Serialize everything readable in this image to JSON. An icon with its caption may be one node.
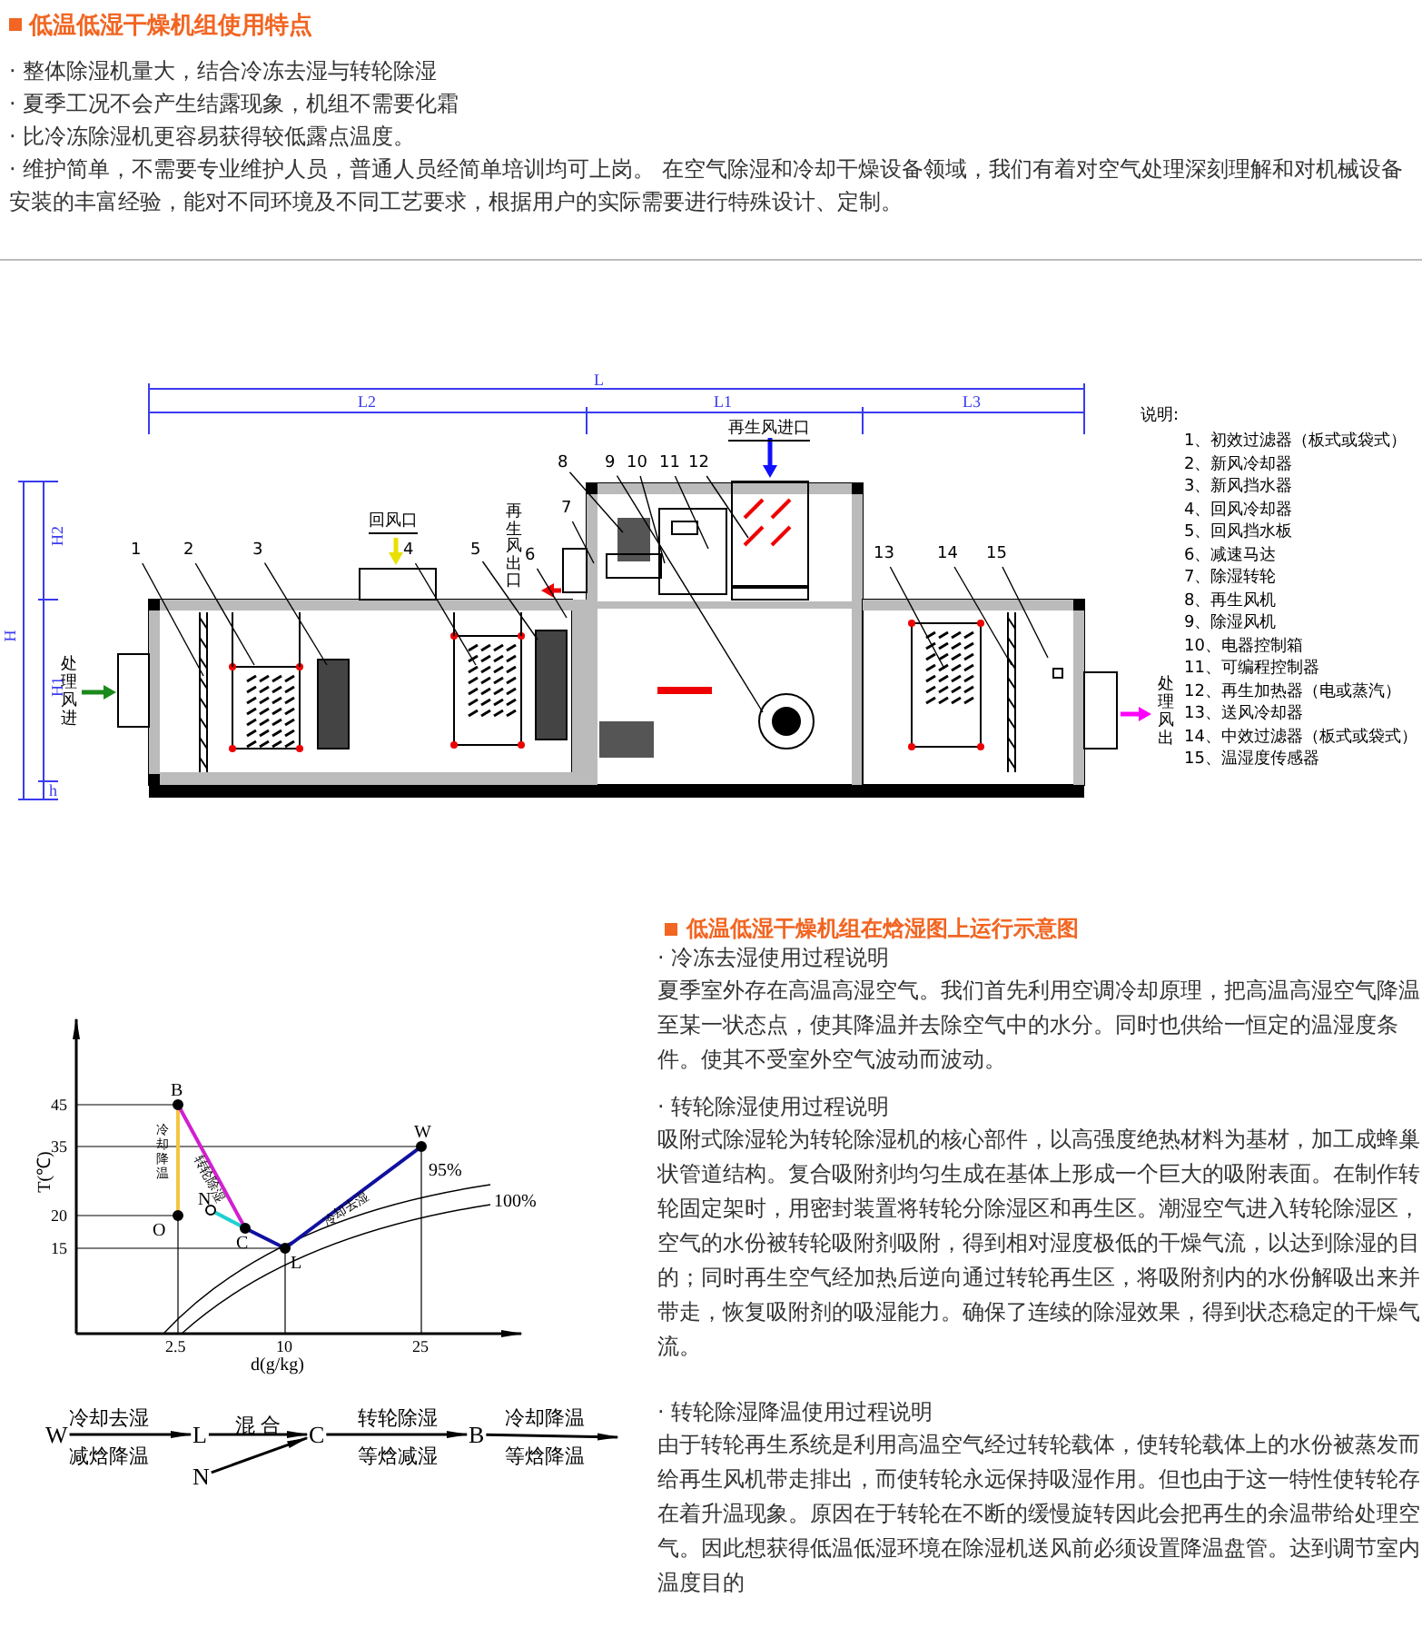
{
  "diagram": {
    "title": "低温低湿干燥机组使用特点",
    "nodes": [
      {
        "text": [
          "1"
        ]
      },
      {
        "text": [
          "2"
        ]
      },
      {
        "text": [
          "3"
        ]
      },
      {
        "text": [
          "4"
        ]
      },
      {
        "text": [
          "5"
        ]
      },
      {
        "text": [
          "6"
        ]
      },
      {
        "text": [
          "7"
        ]
      },
      {
        "text": [
          "8"
        ]
      },
      {
        "text": [
          "9"
        ]
      },
      {
        "text": [
          "10"
        ]
      },
      {
        "text": [
          "11"
        ]
      },
      {
        "text": [
          "12"
        ]
      },
      {
        "text": [
          "13"
        ]
      },
      {
        "text": [
          "14"
        ]
      },
      {
        "text": [
          "15"
        ]
      },
      {
        "text": [
          "W"
        ]
      },
      {
        "text": [
          "L"
        ]
      },
      {
        "text": [
          "C"
        ]
      },
      {
        "text": [
          "N"
        ]
      },
      {
        "text": [
          "B"
        ]
      }
    ],
    "edges": [
      {
        "from": 0,
        "to": null,
        "arrow": "none"
      },
      {
        "from": 1,
        "to": null,
        "arrow": "none"
      },
      {
        "from": 2,
        "to": null,
        "arrow": "none"
      },
      {
        "from": 3,
        "to": null,
        "arrow": "none"
      },
      {
        "from": 4,
        "to": null,
        "arrow": "none"
      },
      {
        "from": 5,
        "to": null,
        "arrow": "none"
      },
      {
        "from": 6,
        "to": null,
        "arrow": "none"
      },
      {
        "from": 7,
        "to": null,
        "arrow": "none"
      },
      {
        "from": 8,
        "to": null,
        "arrow": "none"
      },
      {
        "from": 9,
        "to": null,
        "arrow": "none"
      },
      {
        "from": 10,
        "to": null,
        "arrow": "none"
      },
      {
        "from": 11,
        "to": null,
        "arrow": "none"
      },
      {
        "from": 12,
        "to": null,
        "arrow": "none"
      },
      {
        "from": 13,
        "to": null,
        "arrow": "none"
      },
      {
        "from": 14,
        "to": null,
        "arrow": "none"
      },
      {
        "from": 15,
        "to": 16,
        "arrow": "to",
        "label": "冷却去湿减焓降温"
      },
      {
        "from": 16,
        "to": 17,
        "arrow": "to",
        "label": "混 合"
      },
      {
        "from": 18,
        "to": 17,
        "arrow": "to"
      },
      {
        "from": 17,
        "to": 19,
        "arrow": "to",
        "label": "转轮除湿等焓减湿"
      },
      {
        "from": 19,
        "to": null,
        "arrow": "to",
        "label": "冷却降温等焓降温"
      }
    ],
    "labels": [
      "· 整体除湿机量大，结合冷冻去湿与转轮除湿",
      "· 夏季工况不会产生结露现象，机组不需要化霜",
      "· 比冷冻除湿机更容易获得较低露点温度。",
      "· 维护简单，不需要专业维护人员，普通人员经简单培训均可上岗。 在空气除湿和冷却干燥设备领域，我们有着对空气处理深刻理解和对机械设备安装的丰富经验，能对不同环境及不同工艺要求，根据用户的实际需要进行特殊设计、定制。",
      "L",
      "L2",
      "L1",
      "L3",
      "再生风进口",
      "说明:",
      "1、初效过滤器（板式或袋式）",
      "2、新风冷却器",
      "3、新风挡水器",
      "4、回风冷却器",
      "5、回风挡水板",
      "6、减速马达",
      "7、除湿转轮",
      "8、再生风机",
      "9、除湿风机",
      "10、电器控制箱",
      "11、可编程控制器",
      "12、再生加热器（电或蒸汽）",
      "13、送风冷却器",
      "14、中效过滤器（板式或袋式）",
      "15、温湿度传感器",
      "H2",
      "H",
      "H1",
      "h",
      "回风口",
      "再生风出口",
      "处理风进",
      "处理风出",
      "低温低湿干燥机组在焓湿图上运行示意图",
      "45",
      "35",
      "20",
      "15",
      "T(℃)",
      "B",
      "转轮除湿",
      "冷却降温",
      "N",
      "C",
      "O",
      "L",
      "W",
      "冷却去湿",
      "95%",
      "100%",
      "2.5",
      "10",
      "25",
      "d(g/kg)",
      "· 冷冻去湿使用过程说明",
      "夏季室外存在高温高湿空气。我们首先利用空调冷却原理，把高温高湿空气降温至某一状态点，使其降温并去除空气中的水分。同时也供给一恒定的温湿度条件。使其不受室外空气波动而波动。",
      "· 转轮除湿使用过程说明",
      "吸附式除湿轮为转轮除湿机的核心部件，以高强度绝热材料为基材，加工成蜂巢状管道结构。复合吸附剂均匀生成在基体上形成一个巨大的吸附表面。在制作转轮固定架时，用密封装置将转轮分除湿区和再生区。潮湿空气进入转轮除湿区，空气的水份被转轮吸附剂吸附，得到相对湿度极低的干燥气流，以达到除湿的目的；同时再生空气经加热后逆向通过转轮再生区，将吸附剂内的水份解吸出来并带走，恢复吸附剂的吸湿能力。确保了连续的除湿效果，得到状态稳定的干燥气流。",
      "· 转轮除湿降温使用过程说明",
      "由于转轮再生系统是利用高温空气经过转轮载体，使转轮载体上的水份被蒸发而给再生风机带走排出，而使转轮永远保持吸湿作用。但也由于这一特性使转轮存在着升温现象。原因在于转轮在不断的缓慢旋转因此会把再生的余温带给处理空气。因此想获得低温低湿环境在除湿机送风前必须设置降温盘管。达到调节室内温度目的"
    ]
  }
}
